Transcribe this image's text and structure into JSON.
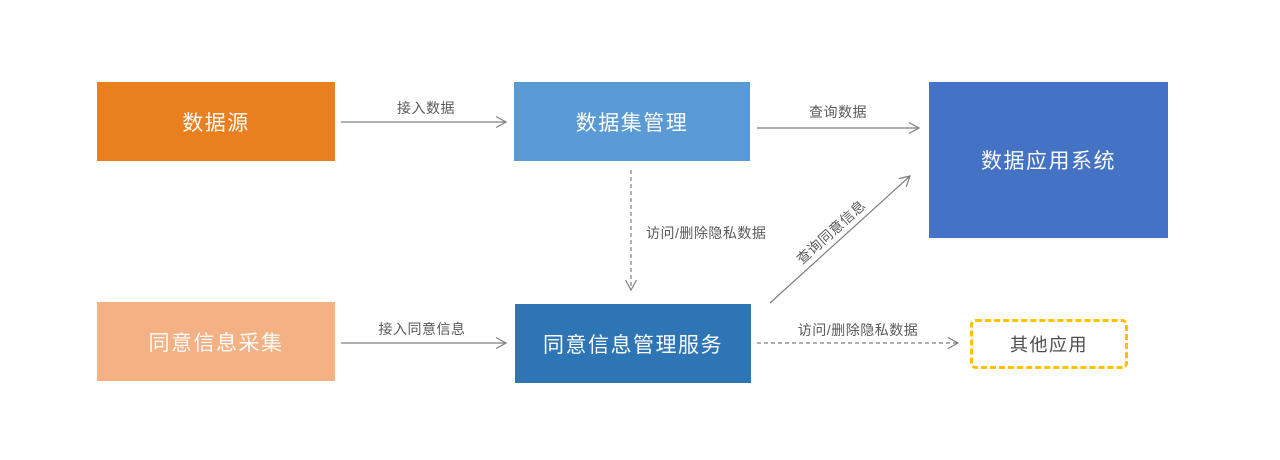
{
  "diagram": {
    "background_color": "#FFFFFF",
    "line_color": "#7F7F7F",
    "label_color": "#595959",
    "nodes": [
      {
        "id": "data-source",
        "label": "数据源",
        "color": "#E8801F",
        "text_color": "#FAFAFA",
        "shape": "rect"
      },
      {
        "id": "dataset-management",
        "label": "数据集管理",
        "color": "#5B9BD5",
        "text_color": "#FAFAFA",
        "shape": "rect"
      },
      {
        "id": "data-application-system",
        "label": "数据应用系统",
        "color": "#4472C4",
        "text_color": "#FAFAFA",
        "shape": "rect"
      },
      {
        "id": "consent-info-collection",
        "label": "同意信息采集",
        "color": "#F4B183",
        "text_color": "#FAFAFA",
        "shape": "rect"
      },
      {
        "id": "consent-management-service",
        "label": "同意信息管理服务",
        "color": "#2E75B6",
        "text_color": "#FAFAFA",
        "shape": "rect"
      },
      {
        "id": "other-applications",
        "label": "其他应用",
        "color": "#FFFFFF",
        "border_color": "#FFC000",
        "text_color": "#4D4D4D",
        "shape": "dashed-rounded-rect"
      }
    ],
    "edges": [
      {
        "from": "data-source",
        "to": "dataset-management",
        "label": "接入数据",
        "style": "solid",
        "direction": "right"
      },
      {
        "from": "dataset-management",
        "to": "data-application-system",
        "label": "查询数据",
        "style": "solid",
        "direction": "right"
      },
      {
        "from": "dataset-management",
        "to": "consent-management-service",
        "label": "访问/删除隐私数据",
        "style": "dashed",
        "direction": "down"
      },
      {
        "from": "consent-info-collection",
        "to": "consent-management-service",
        "label": "接入同意信息",
        "style": "solid",
        "direction": "right"
      },
      {
        "from": "consent-management-service",
        "to": "data-application-system",
        "label": "查询同意信息",
        "style": "solid",
        "direction": "up-right-diagonal"
      },
      {
        "from": "consent-management-service",
        "to": "other-applications",
        "label": "访问/删除隐私数据",
        "style": "dashed",
        "direction": "right"
      }
    ]
  }
}
